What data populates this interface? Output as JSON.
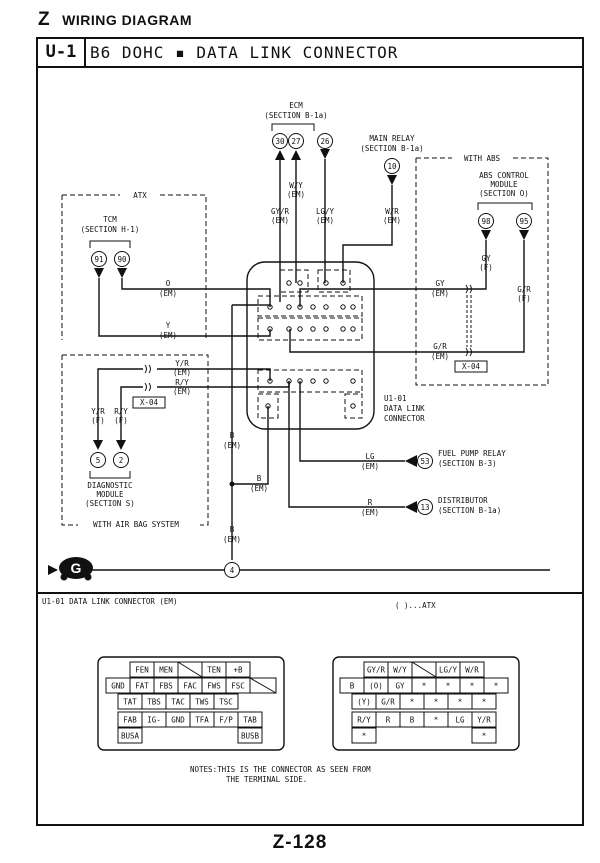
{
  "page": {
    "section_letter": "Z",
    "section_title": "WIRING DIAGRAM",
    "code": "U-1",
    "title": "B6 DOHC ▪ DATA LINK CONNECTOR",
    "page_number": "Z-128"
  },
  "diagram": {
    "ecm": {
      "name": "ECM",
      "section": "(SECTION B-1a)",
      "pins": [
        "30",
        "27",
        "26"
      ]
    },
    "main_relay": {
      "name": "MAIN RELAY",
      "section": "(SECTION B-1a)",
      "pin": "10"
    },
    "with_abs": "WITH ABS",
    "abs_module": {
      "line1": "ABS CONTROL",
      "line2": "MODULE",
      "section": "(SECTION O)",
      "pins": [
        "98",
        "95"
      ]
    },
    "atx": "ATX",
    "tcm": {
      "name": "TCM",
      "section": "(SECTION H-1)",
      "pins": [
        "91",
        "90"
      ]
    },
    "air_bag": "WITH AIR BAG SYSTEM",
    "diag_module": {
      "line1": "DIAGNOSTIC",
      "line2": "MODULE",
      "section": "(SECTION S)",
      "pins": [
        "5",
        "2"
      ]
    },
    "connector_label": {
      "line1": "U1-01",
      "line2": "DATA LINK",
      "line3": "CONNECTOR"
    },
    "fuel_pump": {
      "pin": "53",
      "name": "FUEL PUMP RELAY",
      "section": "(SECTION B-3)"
    },
    "distributor": {
      "pin": "13",
      "name": "DISTRIBUTOR",
      "section": "(SECTION B-1a)"
    },
    "ground_pin": "4",
    "ground_symbol": "G",
    "ref_x04": "X-04",
    "wires": {
      "wy": "W/Y",
      "gyr": "GY/R",
      "lgy": "LG/Y",
      "wr": "W/R",
      "gy": "GY",
      "gyf": "GY",
      "f": "(F)",
      "gr": "G/R",
      "gr2": "G/R",
      "o": "O",
      "y": "Y",
      "yr": "Y/R",
      "ry": "R/Y",
      "yrf": "Y/R",
      "ryf": "R/Y",
      "b": "B",
      "lg": "LG",
      "r": "R",
      "em": "(EM)"
    }
  },
  "connector_view": {
    "heading": "U1-01  DATA LINK CONNECTOR (EM)",
    "legend": "( )...ATX",
    "left_rows": [
      [
        "FEN",
        "MEN",
        "",
        "TEN",
        "+B"
      ],
      [
        "GND",
        "FAT",
        "FBS",
        "FAC",
        "FWS",
        "FSC"
      ],
      [
        "TAT",
        "TBS",
        "TAC",
        "TWS",
        "TSC"
      ],
      [
        "FAB",
        "IG-",
        "GND",
        "TFA",
        "F/P",
        "TAB"
      ]
    ],
    "left_busa": "BUSA",
    "left_busb": "BUSB",
    "right_rows": [
      [
        "GY/R",
        "W/Y",
        "",
        "LG/Y",
        "W/R"
      ],
      [
        "B",
        "(O)",
        "GY",
        "*",
        "*",
        "*",
        "*"
      ],
      [
        "(Y)",
        "G/R",
        "*",
        "*",
        "*",
        "*"
      ],
      [
        "R/Y",
        "R",
        "B",
        "*",
        "LG",
        "Y/R"
      ]
    ],
    "right_extra": "*",
    "note_line1": "NOTES:THIS IS THE CONNECTOR AS SEEN FROM",
    "note_line2": "THE TERMINAL SIDE."
  }
}
